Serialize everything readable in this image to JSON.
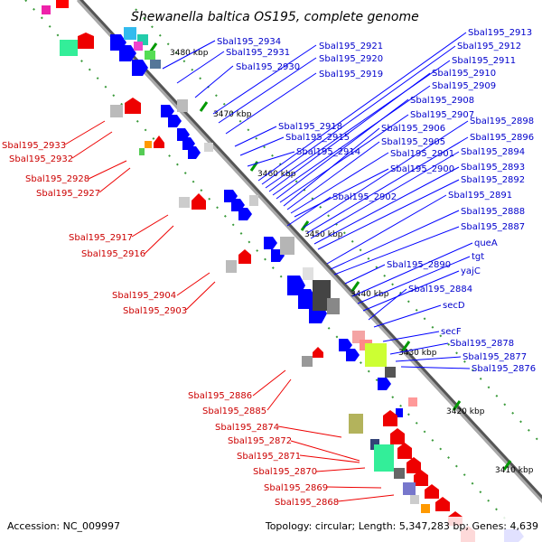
{
  "title": "Shewanella baltica OS195, complete genome",
  "footer": {
    "accession": "Accession: NC_009997",
    "info": "Topology: circular; Length: 5,347,283 bp; Genes: 4,639"
  },
  "colors": {
    "forward": "#0000ff",
    "reverse": "#ff0000",
    "backbone": "#888888",
    "tick": "#009900",
    "forward_label": "#0000cc",
    "reverse_label": "#cc0000"
  },
  "kbp_ticks": [
    "3480 kbp",
    "3470 kbp",
    "3460 kbp",
    "3450 kbp",
    "3440 kbp",
    "3430 kbp",
    "3420 kbp",
    "3410 kbp"
  ],
  "forward_genes": [
    "Sbal195_2934",
    "Sbal195_2931",
    "Sbal195_2930",
    "Sbal195_2921",
    "Sbal195_2920",
    "Sbal195_2919",
    "Sbal195_2913",
    "Sbal195_2912",
    "Sbal195_2911",
    "Sbal195_2910",
    "Sbal195_2909",
    "Sbal195_2908",
    "Sbal195_2907",
    "Sbal195_2918",
    "Sbal195_2915",
    "Sbal195_2914",
    "Sbal195_2906",
    "Sbal195_2905",
    "Sbal195_2901",
    "Sbal195_2900",
    "Sbal195_2898",
    "Sbal195_2896",
    "Sbal195_2894",
    "Sbal195_2893",
    "Sbal195_2892",
    "Sbal195_2902",
    "Sbal195_2891",
    "Sbal195_2888",
    "Sbal195_2887",
    "queA",
    "tgt",
    "Sbal195_2890",
    "yajC",
    "Sbal195_2884",
    "secD",
    "secF",
    "Sbal195_2878",
    "Sbal195_2877",
    "Sbal195_2876"
  ],
  "reverse_genes": [
    "Sbal195_2933",
    "Sbal195_2932",
    "Sbal195_2928",
    "Sbal195_2927",
    "Sbal195_2917",
    "Sbal195_2916",
    "Sbal195_2904",
    "Sbal195_2903",
    "Sbal195_2886",
    "Sbal195_2885",
    "Sbal195_2874",
    "Sbal195_2872",
    "Sbal195_2871",
    "Sbal195_2870",
    "Sbal195_2869",
    "Sbal195_2868"
  ]
}
